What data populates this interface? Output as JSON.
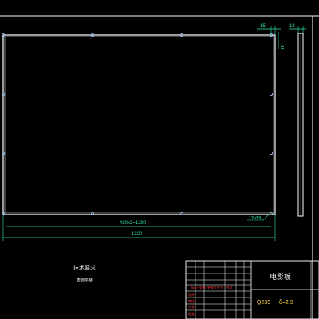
{
  "colors": {
    "background": "#000000",
    "geometry": "#ffffff",
    "dimension": "#2ee6a8",
    "hole": "#9cc9ff",
    "title_block_line": "#ffffff",
    "title_block_text": "#e8e8e8",
    "red_text": "#ff3b3b",
    "yellow_text": "#ffd84a"
  },
  "dimensions": {
    "top_offset_15": "15",
    "side_thickness_13": "13",
    "vertical_15": "15",
    "hole_pattern": "430x3=1290",
    "overall_width": "1320",
    "hole_count": "12-Φ9"
  },
  "notes": {
    "heading": "技术要求",
    "item": "表面平整"
  },
  "title_block": {
    "part_name": "电影板",
    "material": "Q235",
    "thickness": "δ=2.5",
    "small_labels": [
      "标记",
      "处数",
      "更改文件号",
      "签字",
      "设计",
      "审核",
      "工艺",
      "批准"
    ]
  },
  "icons": {
    "hole": "mounting-hole-icon"
  }
}
